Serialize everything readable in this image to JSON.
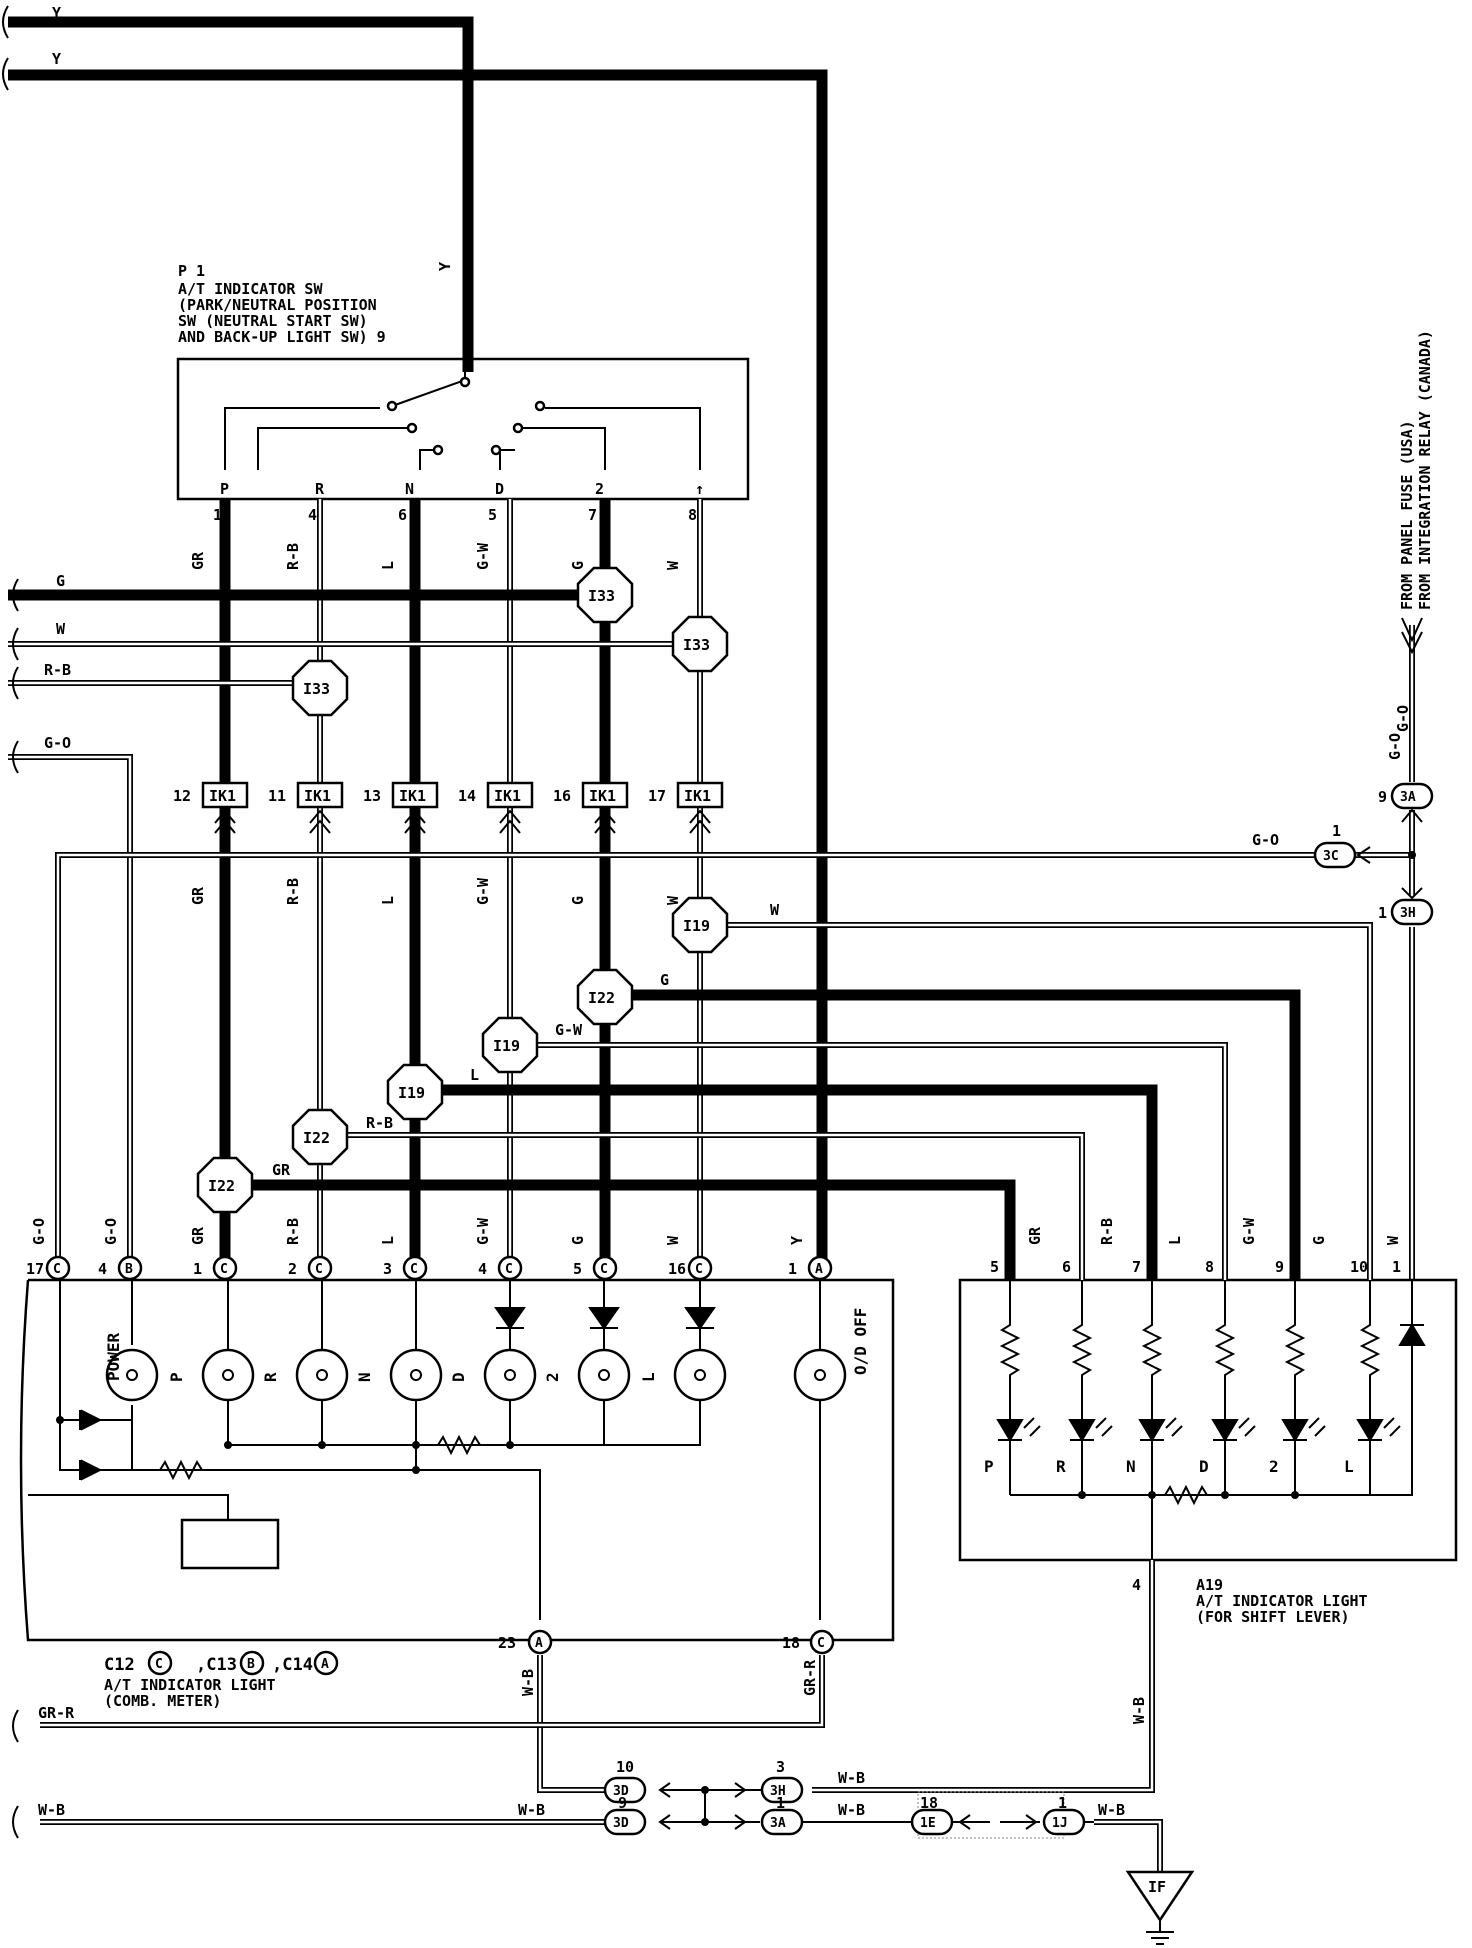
{
  "switch": {
    "code": "P 1",
    "name_lines": [
      "A/T INDICATOR SW",
      "(PARK/NEUTRAL POSITION",
      " SW (NEUTRAL START SW)",
      " AND BACK-UP LIGHT SW) 9"
    ],
    "positions": [
      "P",
      "R",
      "N",
      "D",
      "2",
      "↑"
    ],
    "pins": [
      "1",
      "4",
      "6",
      "5",
      "7",
      "8"
    ]
  },
  "top_wires": [
    "Y",
    "Y"
  ],
  "left_wires": [
    "G",
    "W",
    "R-B",
    "G-O",
    "GR-R",
    "W-B"
  ],
  "color_codes": {
    "gr": "GR",
    "rb": "R-B",
    "l": "L",
    "gw": "G-W",
    "g": "G",
    "w": "W",
    "y": "Y",
    "go": "G-O",
    "wb": "W-B",
    "grr": "GR-R"
  },
  "junctions": {
    "i33": "I33",
    "ik1": "IK1",
    "i19": "I19",
    "i22": "I22"
  },
  "ik1_pins": [
    "12",
    "11",
    "13",
    "14",
    "16",
    "17"
  ],
  "meter": {
    "pins": [
      "17",
      "4",
      "1",
      "2",
      "3",
      "4",
      "5",
      "16",
      "1"
    ],
    "connectors": [
      "C",
      "B",
      "C",
      "C",
      "C",
      "C",
      "C",
      "C",
      "A"
    ],
    "lamps": [
      "P",
      "R",
      "N",
      "D",
      "2",
      "L"
    ],
    "power": "POWER",
    "od_off": "O/D OFF",
    "bottom_pins": [
      "23",
      "18"
    ],
    "bottom_conn": [
      "A",
      "C"
    ],
    "title_parts": [
      "C12",
      "C",
      ",C13",
      "B",
      ",C14",
      "A"
    ],
    "name_lines": [
      "A/T INDICATOR LIGHT",
      "(COMB. METER)"
    ]
  },
  "lever": {
    "pins": [
      "5",
      "6",
      "7",
      "8",
      "9",
      "10",
      "1"
    ],
    "lamps": [
      "P",
      "R",
      "N",
      "D",
      "2",
      "L"
    ],
    "ground_pin": "4",
    "code": "A19",
    "name_lines": [
      "A/T INDICATOR LIGHT",
      "(FOR SHIFT LEVER)"
    ]
  },
  "feed": {
    "text_lines": [
      "FROM PANEL FUSE (USA)",
      "FROM INTEGRATION RELAY (CANADA)"
    ]
  },
  "connectors": {
    "c3a_top": {
      "pin": "9",
      "name": "3A"
    },
    "c3c": {
      "pin": "1",
      "name": "3C"
    },
    "c3h_top": {
      "pin": "1",
      "name": "3H"
    },
    "c3d_upper": {
      "pin": "10",
      "name": "3D"
    },
    "c3d_lower": {
      "pin": "9",
      "name": "3D"
    },
    "c3h_bottom": {
      "pin": "3",
      "name": "3H"
    },
    "c3a_bottom": {
      "pin": "1",
      "name": "3A"
    },
    "c1e": {
      "pin": "18",
      "name": "1E"
    },
    "c1j": {
      "pin": "1",
      "name": "1J"
    }
  },
  "ground": {
    "name": "IF"
  }
}
